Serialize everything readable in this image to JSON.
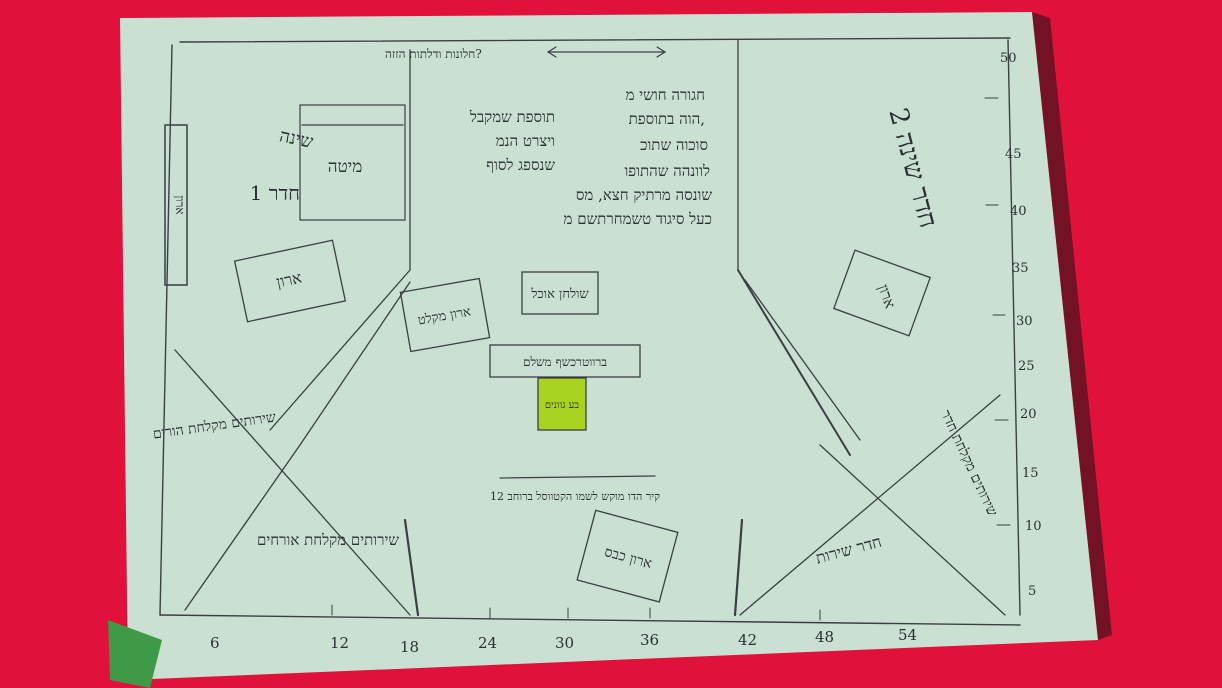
{
  "colors": {
    "background": "#e0113a",
    "paper": "#c9e0d2",
    "ink": "#2b2f33",
    "highlight": "#a8d320"
  },
  "annotations": {
    "top_title": "חלונות ודלתות הזזה?",
    "notes": [
      "תוספת שמקבל",
      "ויצרט הנמ",
      "שנספג לסוף",
      "חגורה חושי מ",
      "הוה בתוספת,",
      "סוכוה שתוכ",
      "לוונהה שהתופו",
      "שונסה מרתיק חצא, מס",
      "כעל סיגוד טשמחרתשם מ"
    ],
    "bedroom_1": "חדר 1",
    "bedroom_1_top": "שינה",
    "bedroom_1_box": "מיטה",
    "bedroom_2": "חדר שינה 2",
    "left_storage": "ארון",
    "left_closet": "ארון",
    "right_closet": "ארון",
    "table_top": "שולחן אוכל",
    "table_left": "ארון מקלט",
    "bar": "ברווטרכשף משלם",
    "highlight_box": "בע גוונים",
    "left_bath": "שירותים מקלחת הורים",
    "lower_left_bath": "שירותים מקלחת אורחים",
    "right_bath": "שירותים מקלחת חדר",
    "right_room": "חדר שירות",
    "center_note": "קיר הדו מוקש לשמו הקטווסל ברוחב 12",
    "bottom_closet": "ארון כבס"
  },
  "x_axis": [
    "6",
    "12",
    "18",
    "24",
    "30",
    "36",
    "42",
    "48",
    "54"
  ],
  "y_axis": [
    "5",
    "10",
    "15",
    "20",
    "25",
    "30",
    "35",
    "40",
    "45",
    "50"
  ]
}
